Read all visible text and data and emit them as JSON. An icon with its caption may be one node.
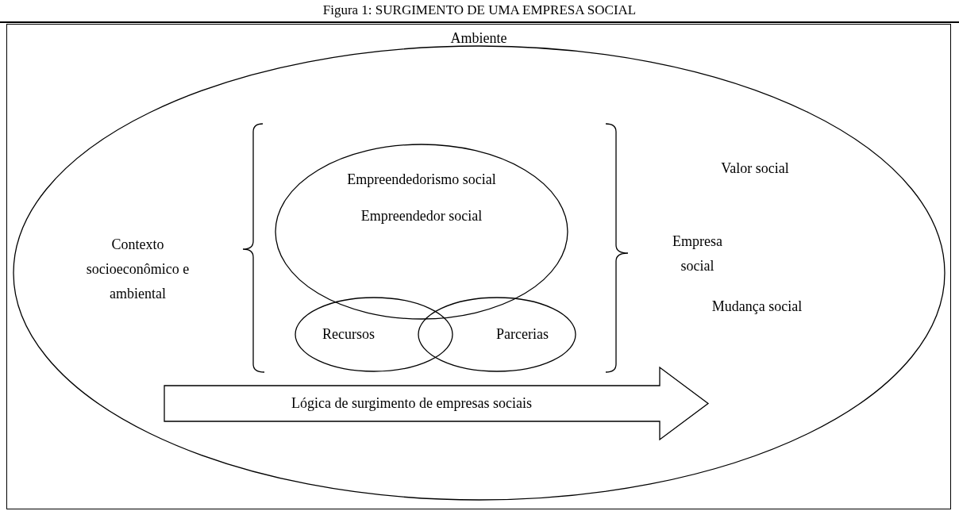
{
  "diagram": {
    "title": "Figura 1: SURGIMENTO DE UMA EMPRESA SOCIAL",
    "nodes": [
      {
        "text": [
          "Ambiente"
        ]
      },
      {
        "text": [],
        "shape": "ellipse",
        "in": 0
      },
      {
        "text": [
          "Empreendedorismo social",
          "Empreendedor social"
        ],
        "in": 1
      },
      {
        "text": [
          "Recursos"
        ],
        "in": 1
      },
      {
        "text": [
          "Parcerias"
        ],
        "in": 1
      },
      {
        "text": [
          "Lógica de surgimento de empresas sociais"
        ],
        "in": 1
      }
    ],
    "edges": [],
    "labels": [
      "Contexto socioeconômico e ambiental",
      "Valor social",
      "Empresa social",
      "Mudança social"
    ]
  }
}
